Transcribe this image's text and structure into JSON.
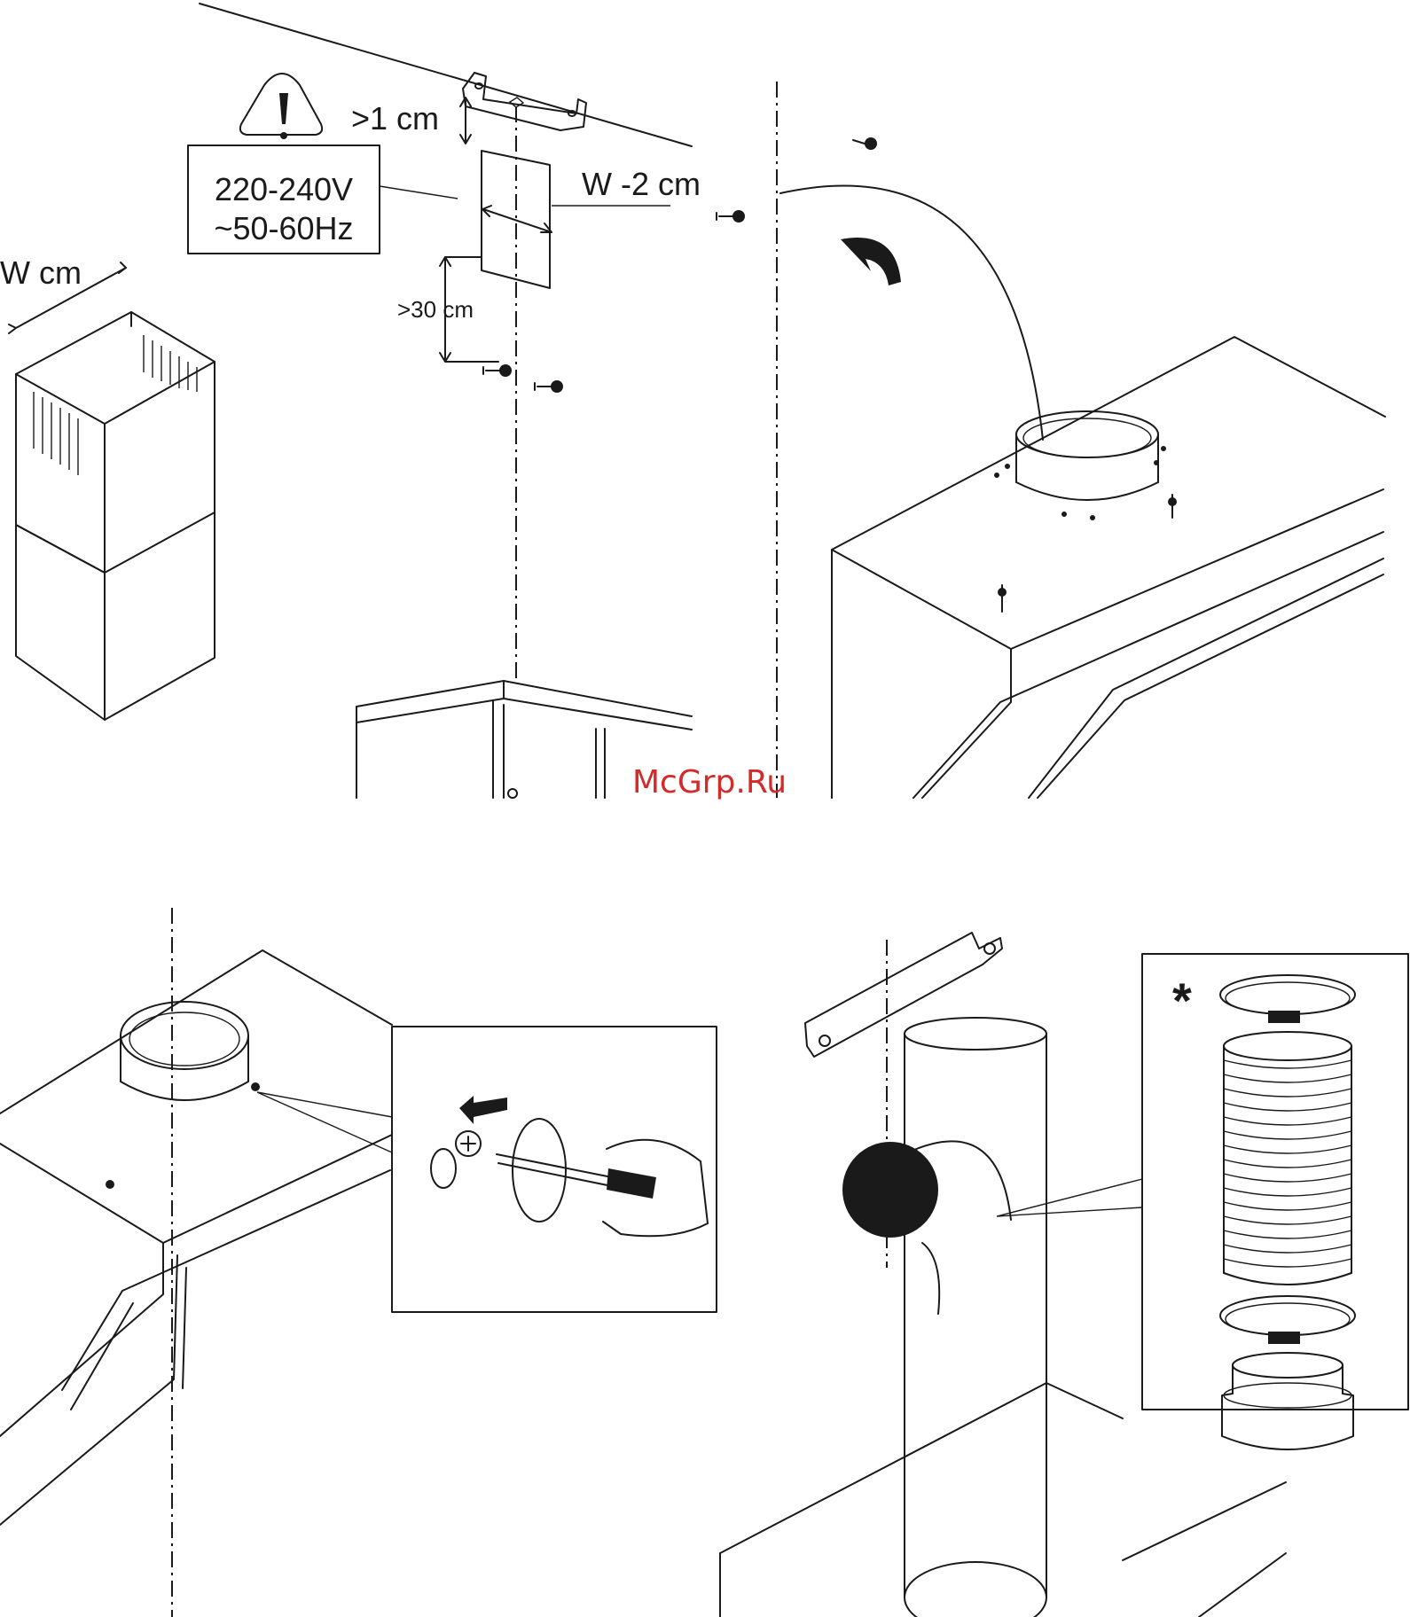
{
  "panel1": {
    "warning": {
      "voltage": "220-240V",
      "frequency": "~50-60Hz"
    },
    "dim_top": ">1 cm",
    "dim_width": "W -2 cm",
    "dim_height": ">30 cm",
    "dim_chimney": "W cm"
  },
  "watermark": "McGrp.Ru",
  "panel4": {
    "optional_marker": "*"
  }
}
